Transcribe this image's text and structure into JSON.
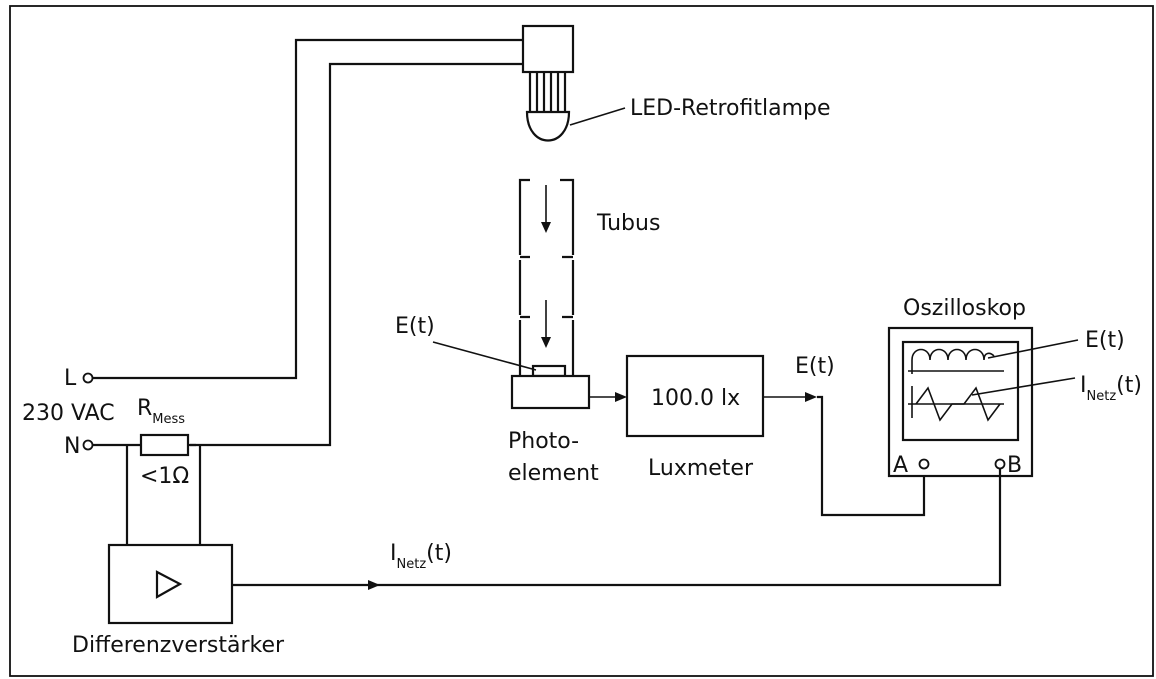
{
  "labels": {
    "lamp": "LED-Retrofitlampe",
    "tube": "Tubus",
    "e_photo": "E(t)",
    "oscilloscope": "Oszilloskop",
    "e_osc": "E(t)",
    "i_osc_main": "I",
    "i_osc_sub": "Netz",
    "i_osc_tail": "(t)",
    "e_out": "E(t)",
    "luxmeter_display": "100.0 lx",
    "luxmeter": "Luxmeter",
    "photo_line1": "Photo-",
    "photo_line2": "element",
    "terminal_l": "L",
    "voltage": "230 VAC",
    "terminal_n": "N",
    "resistor_main": "R",
    "resistor_sub": "Mess",
    "resistor_value": "<1Ω",
    "channel_a": "A",
    "channel_b": "B",
    "i_line_main": "I",
    "i_line_sub": "Netz",
    "i_line_tail": "(t)",
    "amplifier": "Differenzverstärker"
  }
}
